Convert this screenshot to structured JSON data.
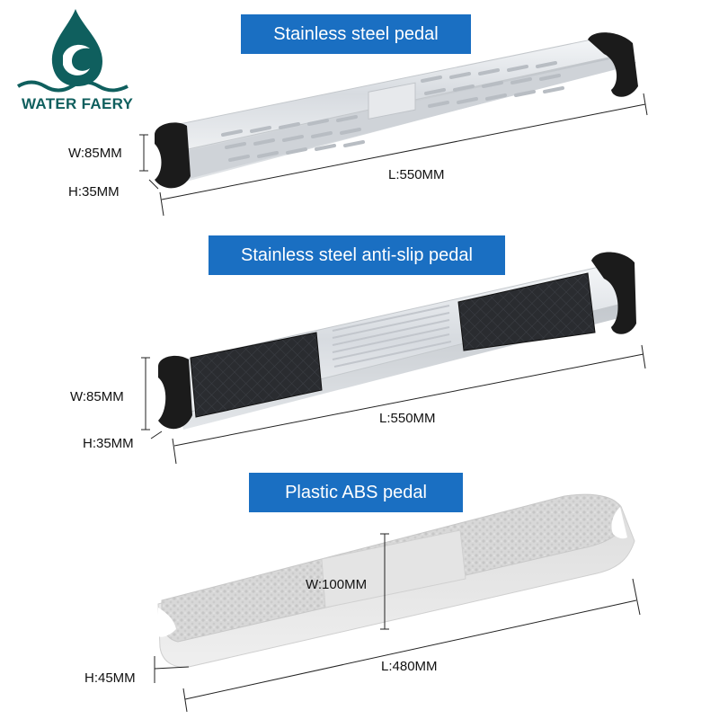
{
  "brand": {
    "name": "WATER FAERY",
    "color": "#0f5f5e",
    "logo_icon": "water-drop-wave-icon"
  },
  "colors": {
    "banner": "#1a6fc2",
    "rubber": "#1b1b1b",
    "steel": "#d9dde1",
    "abs_plastic": "#e6e6e6"
  },
  "products": [
    {
      "title": "Stainless steel pedal",
      "width_label": "W:85MM",
      "height_label": "H:35MM",
      "length_label": "L:550MM"
    },
    {
      "title": "Stainless steel anti-slip pedal",
      "width_label": "W:85MM",
      "height_label": "H:35MM",
      "length_label": "L:550MM"
    },
    {
      "title": "Plastic ABS pedal",
      "width_label": "W:100MM",
      "height_label": "H:45MM",
      "length_label": "L:480MM"
    }
  ]
}
